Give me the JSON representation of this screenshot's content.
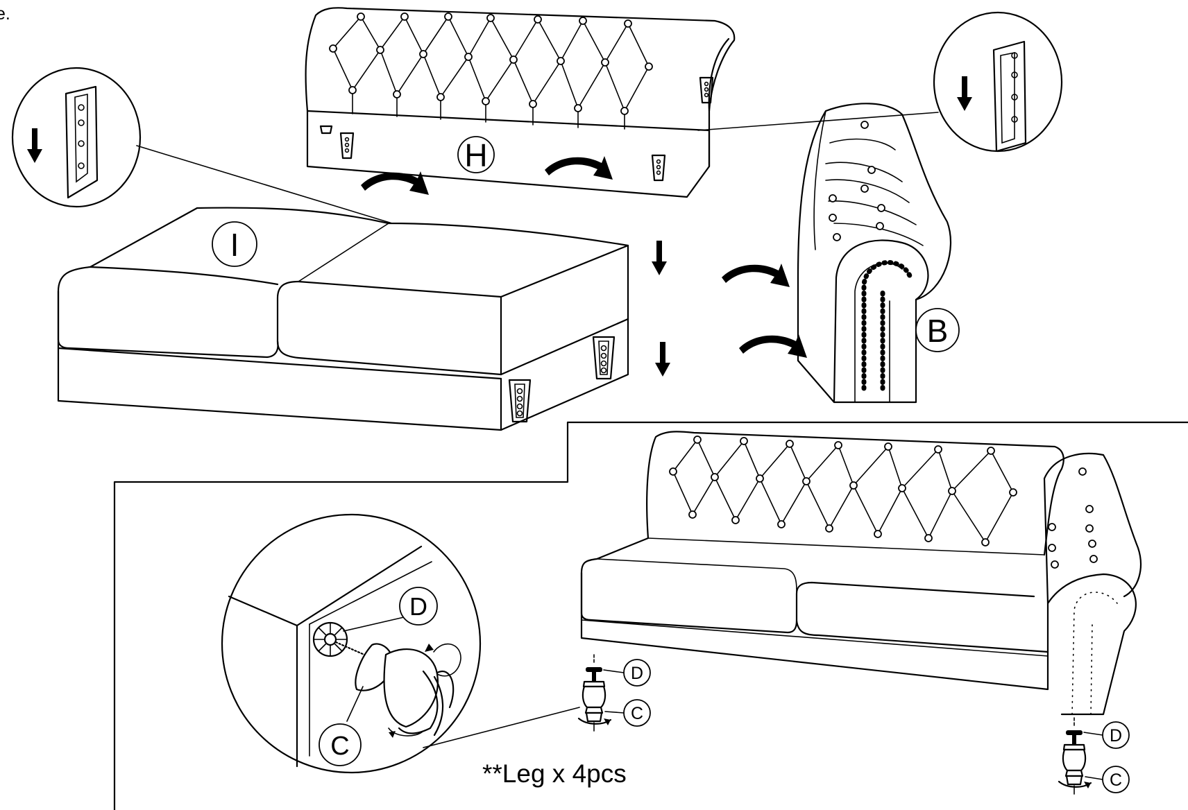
{
  "labels": {
    "corner_glyph": "e.",
    "part_H": "H",
    "part_I": "I",
    "part_B": "B",
    "hardware_D": "D",
    "hardware_C": "C",
    "leg_count_note": "**Leg x 4pcs"
  },
  "colors": {
    "line": "#000000",
    "background": "#ffffff"
  },
  "icons": {
    "arrow_down": "down-arrow-icon",
    "arrow_curved": "curved-arrow-icon",
    "bracket": "metal-bracket-icon",
    "tufting_button": "tufting-button-icon",
    "leg": "sofa-leg-icon"
  }
}
